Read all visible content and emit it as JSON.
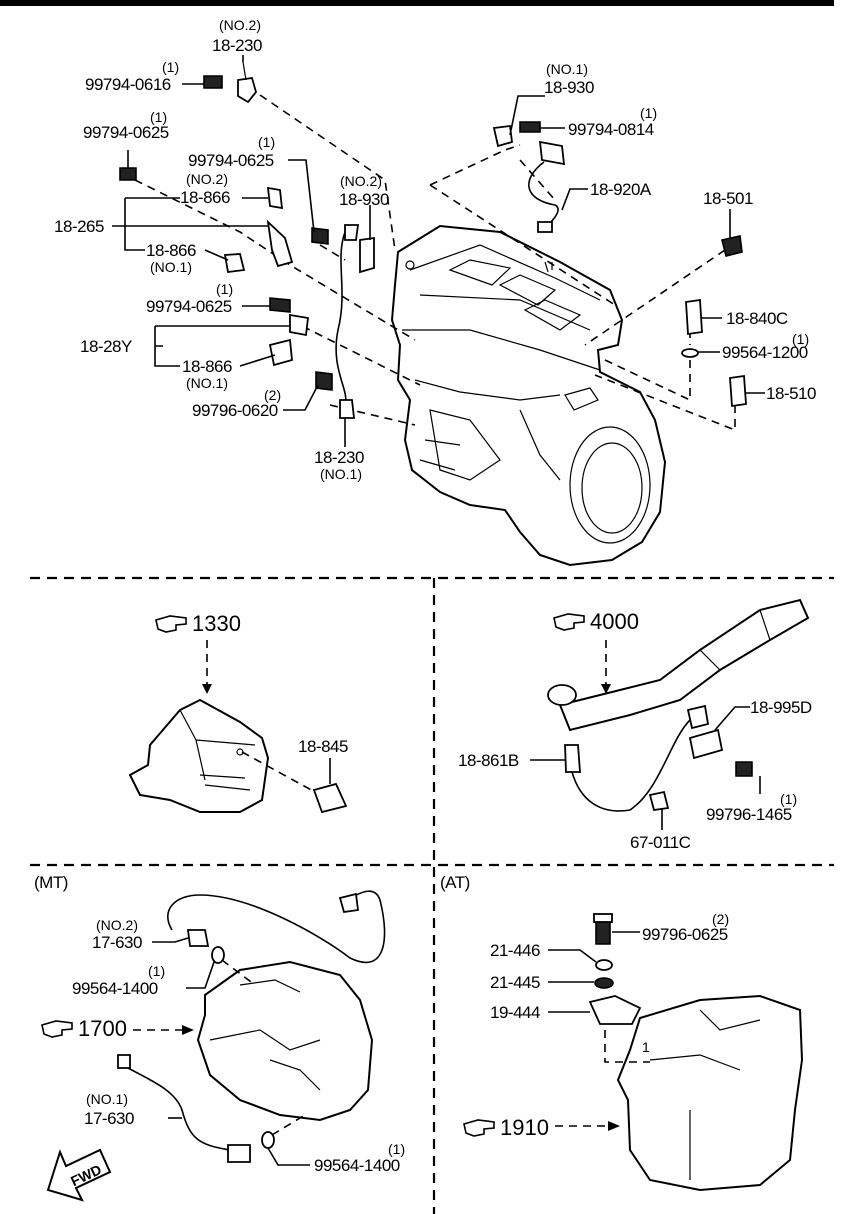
{
  "sections": {
    "top": {
      "labels": {
        "p18230_no2_qual": "(NO.2)",
        "p18230_no2": "18-230",
        "b0616_qty": "(1)",
        "b0616": "99794-0616",
        "b0625a_qty": "(1)",
        "b0625a": "99794-0625",
        "b0625b_qty": "(1)",
        "b0625b": "99794-0625",
        "p18866_no2_qual": "(NO.2)",
        "p18866_no2": "18-866",
        "p18265": "18-265",
        "p18866_no1a": "18-866",
        "p18866_no1a_qual": "(NO.1)",
        "b0625c_qty": "(1)",
        "b0625c": "99794-0625",
        "p1828y": "18-28Y",
        "p18866_no1b": "18-866",
        "p18866_no1b_qual": "(NO.1)",
        "b0620_qty": "(2)",
        "b0620": "99796-0620",
        "p18230_no1": "18-230",
        "p18230_no1_qual": "(NO.1)",
        "p18930_no2_qual": "(NO.2)",
        "p18930_no2": "18-930",
        "p18930_no1_qual": "(NO.1)",
        "p18930_no1": "18-930",
        "b0814_qty": "(1)",
        "b0814": "99794-0814",
        "p18920a": "18-920A",
        "p18501": "18-501",
        "p18840c": "18-840C",
        "w1200_qty": "(1)",
        "w1200": "99564-1200",
        "p18510": "18-510"
      }
    },
    "middle_left": {
      "ref": "1330",
      "part": "18-845"
    },
    "middle_right": {
      "ref": "4000",
      "p18995d": "18-995D",
      "p18861b": "18-861B",
      "b1465_qty": "(1)",
      "b1465": "99796-1465",
      "p67011c": "67-011C"
    },
    "bottom_left": {
      "heading": "(MT)",
      "p17630_no2_qual": "(NO.2)",
      "p17630_no2": "17-630",
      "w1400a_qty": "(1)",
      "w1400a": "99564-1400",
      "ref": "1700",
      "p17630_no1_qual": "(NO.1)",
      "p17630_no1": "17-630",
      "w1400b_qty": "(1)",
      "w1400b": "99564-1400",
      "fwd": "FWD"
    },
    "bottom_right": {
      "heading": "(AT)",
      "b0625_qty": "(2)",
      "b0625": "99796-0625",
      "p21446": "21-446",
      "p21445": "21-445",
      "p19444": "19-444",
      "ref": "1910",
      "mark": "1"
    }
  },
  "colors": {
    "ink": "#000000",
    "paper": "#ffffff"
  },
  "icons": {
    "reference": "pointing-hand-icon",
    "direction": "forward-arrow-icon"
  }
}
